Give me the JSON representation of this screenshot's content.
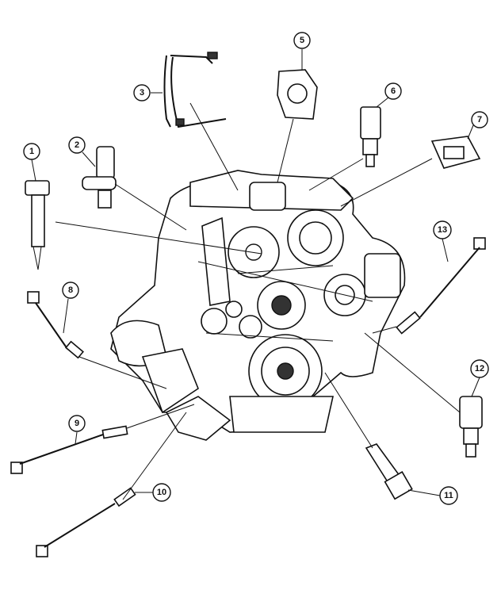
{
  "diagram": {
    "title": "Engine sensors exploded view",
    "callouts": [
      "1",
      "2",
      "3",
      "5",
      "6",
      "7",
      "8",
      "9",
      "10",
      "11",
      "12",
      "13"
    ]
  }
}
